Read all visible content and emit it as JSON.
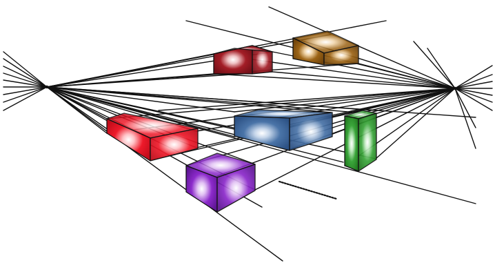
{
  "title": "",
  "vanishing_points": [
    "left-vanishing-point",
    "right-vanishing-point"
  ],
  "boxes": [
    {
      "name": "box-maroon",
      "color": "#a31d26"
    },
    {
      "name": "box-brown",
      "color": "#9c6416"
    },
    {
      "name": "box-red",
      "color": "#ee1a2a"
    },
    {
      "name": "box-blue",
      "color": "#4a74a8"
    },
    {
      "name": "box-green",
      "color": "#3aa53a"
    },
    {
      "name": "box-purple",
      "color": "#8c2acb"
    }
  ]
}
